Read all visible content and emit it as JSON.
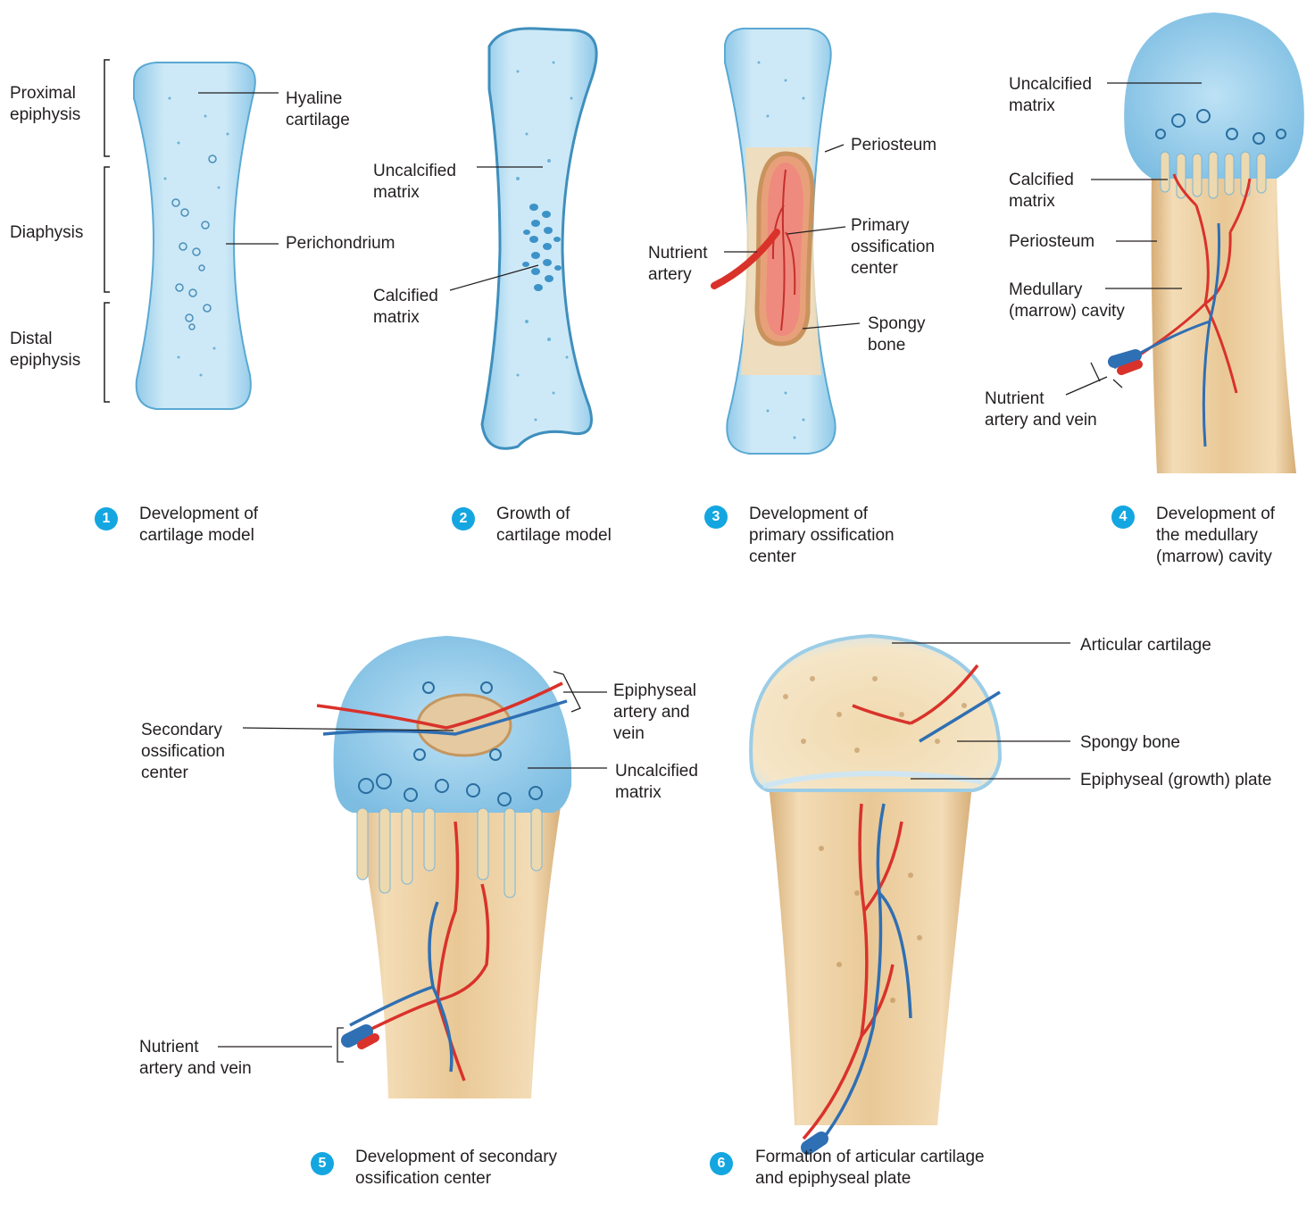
{
  "colors": {
    "cartilage": "#bfe3f5",
    "cartilage_edge": "#4a9cc8",
    "bone": "#efd3a8",
    "bone_dark": "#c79a63",
    "artery": "#d9322b",
    "vein": "#2f6fb3",
    "step_badge": "#14a6e0"
  },
  "panels": [
    {
      "step": "1",
      "caption": "Development of\ncartilage model",
      "labels": {
        "proximal_epiphysis": "Proximal\nepiphysis",
        "diaphysis": "Diaphysis",
        "distal_epiphysis": "Distal\nepiphysis",
        "hyaline_cartilage": "Hyaline\ncartilage",
        "perichondrium": "Perichondrium"
      }
    },
    {
      "step": "2",
      "caption": "Growth of\ncartilage model",
      "labels": {
        "uncalcified_matrix": "Uncalcified\nmatrix",
        "calcified_matrix": "Calcified\nmatrix"
      }
    },
    {
      "step": "3",
      "caption": "Development of\nprimary ossification\ncenter",
      "labels": {
        "periosteum": "Periosteum",
        "primary_ossification_center": "Primary\nossification\ncenter",
        "nutrient_artery": "Nutrient\nartery",
        "spongy_bone": "Spongy\nbone"
      }
    },
    {
      "step": "4",
      "caption": "Development of\nthe medullary\n(marrow) cavity",
      "labels": {
        "uncalcified_matrix": "Uncalcified\nmatrix",
        "calcified_matrix": "Calcified\nmatrix",
        "periosteum": "Periosteum",
        "medullary_cavity": "Medullary\n(marrow) cavity",
        "nutrient_artery_vein": "Nutrient\nartery and vein"
      }
    },
    {
      "step": "5",
      "caption": "Development of secondary\nossification center",
      "labels": {
        "secondary_ossification_center": "Secondary\nossification\ncenter",
        "epiphyseal_artery_vein": "Epiphyseal\nartery and\nvein",
        "uncalcified_matrix": "Uncalcified\nmatrix",
        "nutrient_artery_vein": "Nutrient\nartery and vein"
      }
    },
    {
      "step": "6",
      "caption": "Formation of articular cartilage\nand epiphyseal plate",
      "labels": {
        "articular_cartilage": "Articular cartilage",
        "spongy_bone": "Spongy bone",
        "epiphyseal_plate": "Epiphyseal (growth) plate"
      }
    }
  ]
}
